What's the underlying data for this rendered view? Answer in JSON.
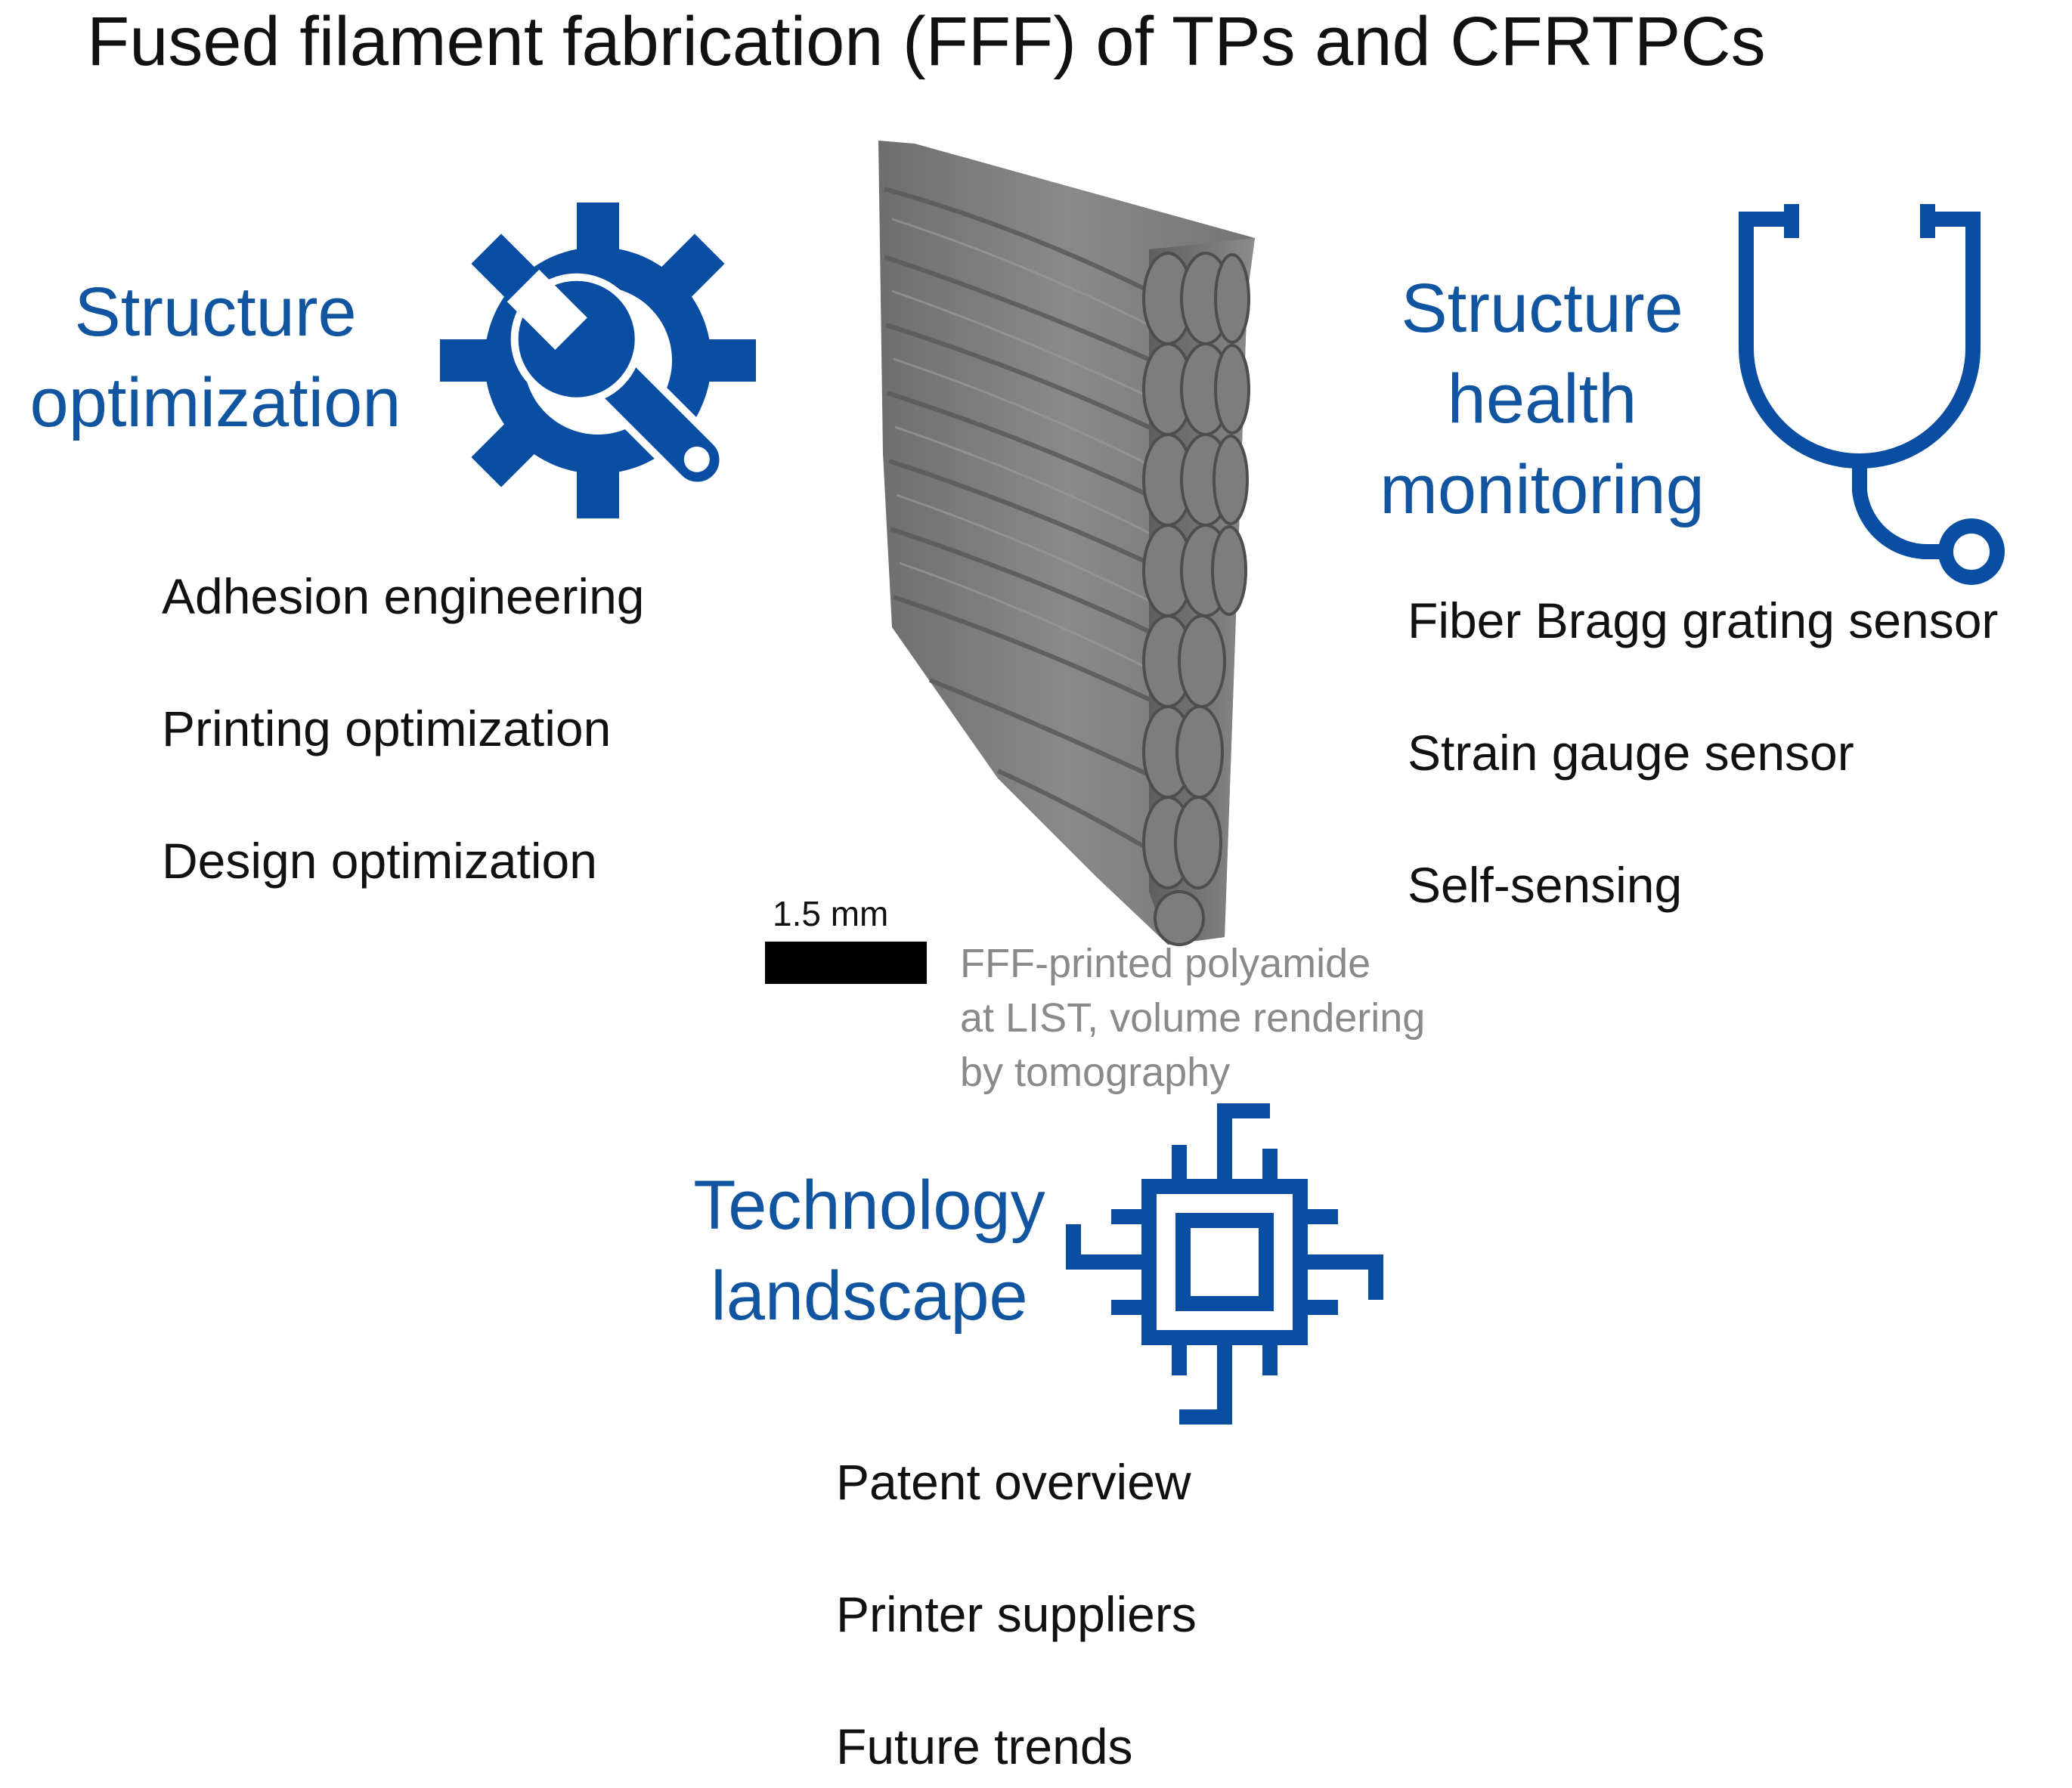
{
  "title": "Fused filament fabrication (FFF) of TPs and CFRTPCs",
  "sections": {
    "structure_optimization": {
      "title_lines": [
        "Structure",
        "optimization"
      ],
      "icon": "gear-wrench-icon",
      "items": [
        "Adhesion engineering",
        "Printing optimization",
        "Design optimization"
      ]
    },
    "structure_health_monitoring": {
      "title_lines": [
        "Structure",
        "health",
        "monitoring"
      ],
      "icon": "stethoscope-icon",
      "items": [
        "Fiber Bragg grating sensor",
        "Strain gauge sensor",
        "Self-sensing"
      ]
    },
    "technology_landscape": {
      "title_lines": [
        "Technology",
        "landscape"
      ],
      "icon": "microchip-icon",
      "items": [
        "Patent overview",
        "Printer suppliers",
        "Future trends"
      ]
    }
  },
  "center_image": {
    "icon": "tomography-rendering-image",
    "scale_bar_label": "1.5 mm",
    "caption_lines": [
      "FFF-printed polyamide",
      "at LIST, volume rendering",
      "by tomography"
    ]
  },
  "colors": {
    "accent_blue": "#1155a0",
    "icon_blue": "#0a4ea3",
    "text": "#111111",
    "caption_gray": "#8a8a8a",
    "sample_gray": "#7a7a7a"
  }
}
